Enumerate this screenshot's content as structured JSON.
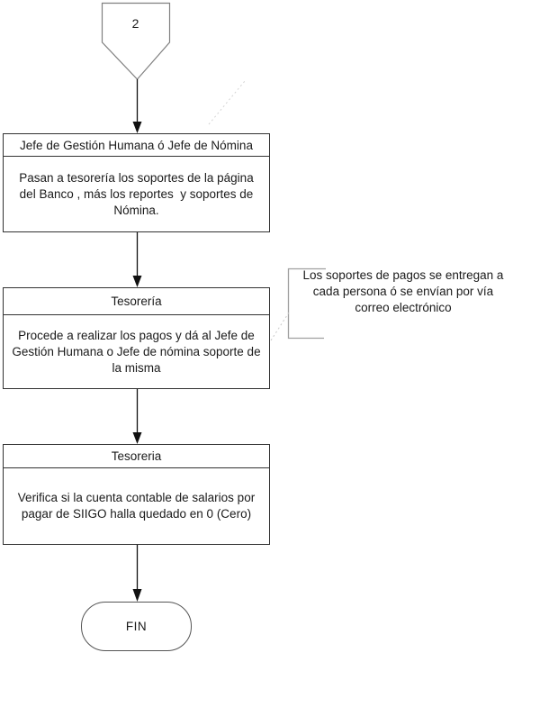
{
  "colors": {
    "background": "#ffffff",
    "box-border": "#333333",
    "connector-stroke": "#808080",
    "bracket-stroke": "#a0a0a0",
    "arrow": "#111111",
    "text": "#1a1a1a",
    "leader": "#c9c9c9"
  },
  "connector": {
    "label": "2"
  },
  "steps": [
    {
      "header": "Jefe de Gestión Humana ó Jefe de Nómina",
      "body": "Pasan a tesorería los soportes de la página\ndel Banco , más los reportes  y soportes de\nNómina."
    },
    {
      "header": "Tesorería",
      "body": "Procede a realizar los pagos y dá al Jefe de\nGestión Humana o Jefe de nómina soporte de\nla misma"
    },
    {
      "header": "Tesoreria",
      "body": "Verifica si la cuenta contable de salarios por\npagar de SIIGO halla quedado en 0 (Cero)"
    }
  ],
  "annotation": {
    "text": "Los soportes de pagos se entregan a\ncada persona ó se envían por vía\ncorreo electrónico"
  },
  "terminator": {
    "label": "FIN"
  }
}
